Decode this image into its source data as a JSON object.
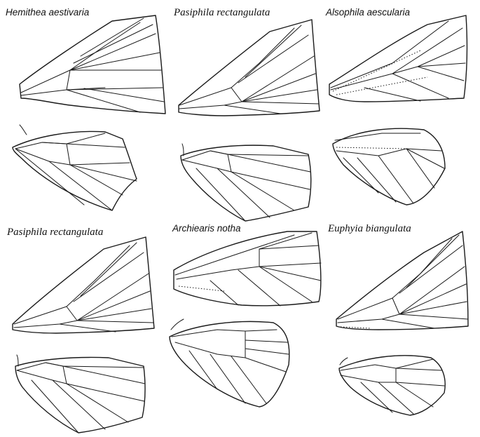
{
  "figure": {
    "label_color": "#111111",
    "line_color": "#1a1a1a",
    "background": "#ffffff",
    "species": [
      {
        "name": "Hemithea aestivaria",
        "label_style": "sans"
      },
      {
        "name": "Pasiphila rectangulata",
        "label_style": "serif"
      },
      {
        "name": "Alsophila aescularia",
        "label_style": "sans"
      },
      {
        "name": "Pasiphila rectangulata",
        "label_style": "serif"
      },
      {
        "name": "Archiearis notha",
        "label_style": "sans"
      },
      {
        "name": "Euphyia biangulata",
        "label_style": "serif"
      }
    ]
  }
}
